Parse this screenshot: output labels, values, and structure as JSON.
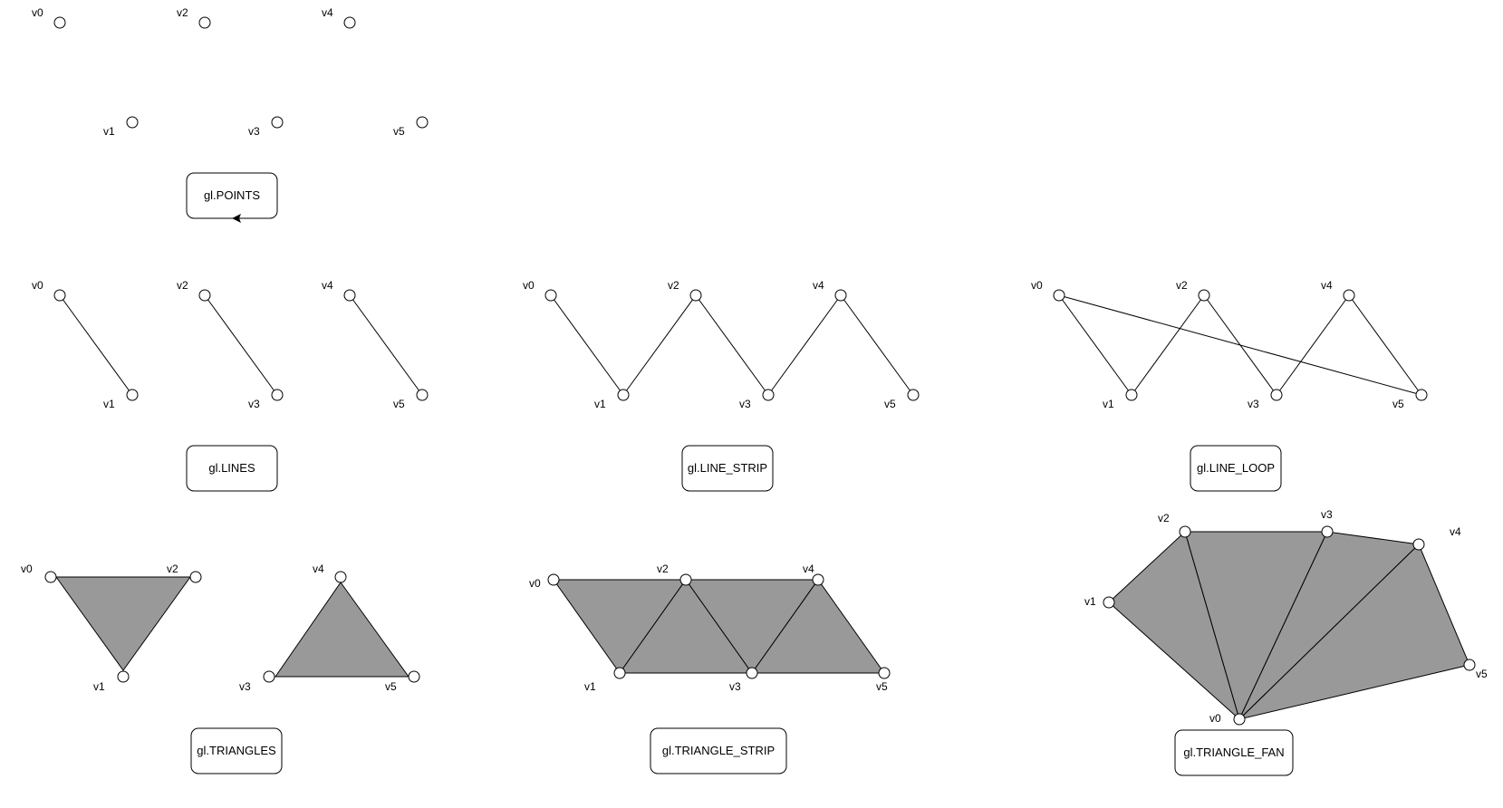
{
  "colors": {
    "fill": "#999999",
    "stroke": "#000000",
    "background": "#ffffff"
  },
  "vertex_labels": [
    "v0",
    "v1",
    "v2",
    "v3",
    "v4",
    "v5"
  ],
  "diagrams": [
    {
      "name": "points",
      "mode": "gl.POINTS"
    },
    {
      "name": "lines",
      "mode": "gl.LINES"
    },
    {
      "name": "line-strip",
      "mode": "gl.LINE_STRIP"
    },
    {
      "name": "line-loop",
      "mode": "gl.LINE_LOOP"
    },
    {
      "name": "triangles",
      "mode": "gl.TRIANGLES"
    },
    {
      "name": "triangle-strip",
      "mode": "gl.TRIANGLE_STRIP"
    },
    {
      "name": "triangle-fan",
      "mode": "gl.TRIANGLE_FAN"
    }
  ]
}
